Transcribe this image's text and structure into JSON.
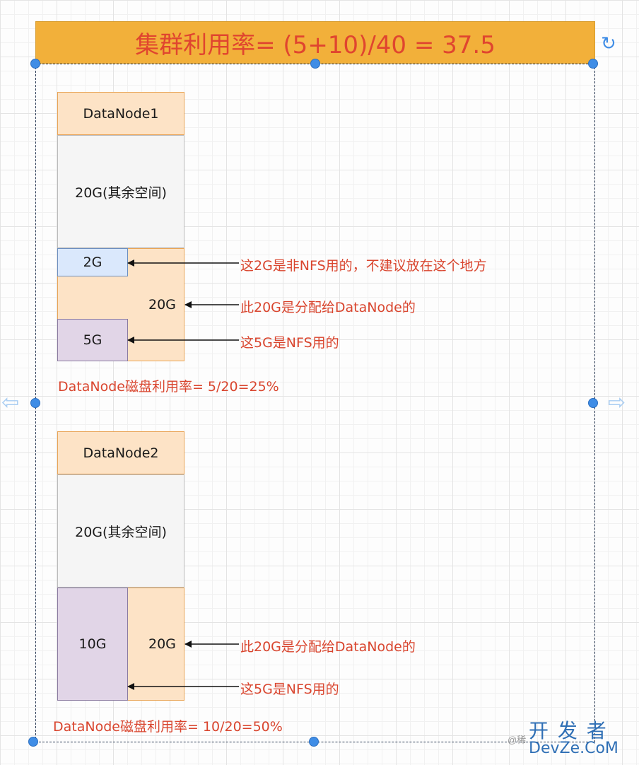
{
  "title": "集群利用率= (5+10)/40 = 37.5",
  "refresh_icon": "refresh-icon",
  "node1": {
    "header": "DataNode1",
    "other": "20G(其余空间)",
    "non_nfs": "2G",
    "alloc": "20G",
    "nfs": "5G",
    "note_non_nfs": "这2G是非NFS用的，不建议放在这个地方",
    "note_alloc": "此20G是分配给DataNode的",
    "note_nfs": "这5G是NFS用的",
    "usage": "DataNode磁盘利用率= 5/20=25%"
  },
  "node2": {
    "header": "DataNode2",
    "other": "20G(其余空间)",
    "nfs": "10G",
    "alloc": "20G",
    "note_alloc": "此20G是分配给DataNode的",
    "note_nfs": "这5G是NFS用的",
    "usage": "DataNode磁盘利用率= 10/20=50%"
  },
  "watermark": {
    "handle": "@稀",
    "cn": "开 发 者",
    "en": "DevZe.CoM"
  },
  "colors": {
    "title_bg": "#f2b03a",
    "title_text": "#e0452f",
    "annotation": "#d9452e",
    "handle": "#3f8de6"
  }
}
